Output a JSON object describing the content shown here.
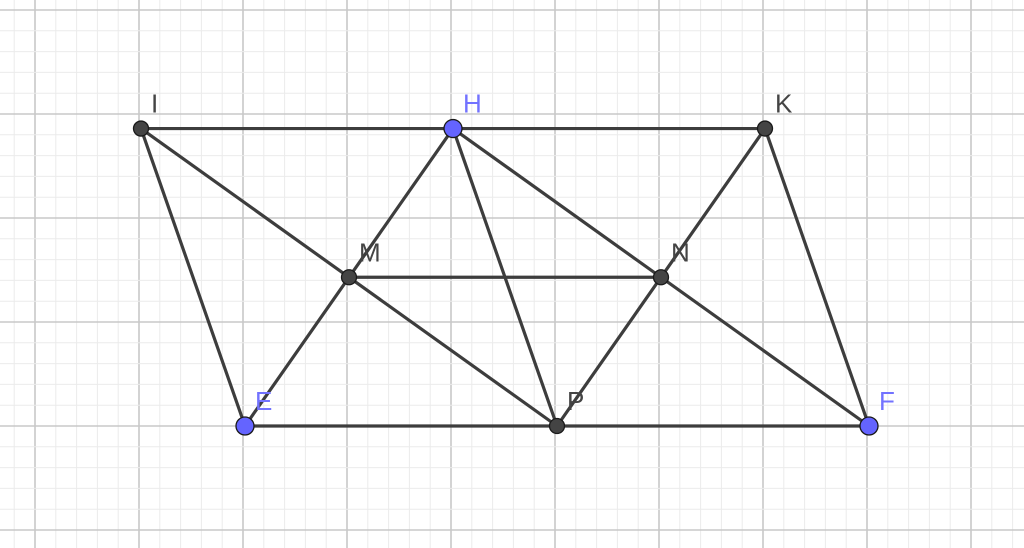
{
  "diagram": {
    "colors": {
      "segment": "#3d3d3d",
      "free_point": "#6464ff",
      "dependent_point": "#444444",
      "free_label": "#7272ff",
      "dependent_label": "#444444",
      "grid_major": "#c8c8c8",
      "grid_minor": "#ebebeb"
    },
    "points": [
      {
        "name": "I",
        "x": 1,
        "y": 2.86,
        "free": false
      },
      {
        "name": "H",
        "x": 4,
        "y": 2.86,
        "free": true
      },
      {
        "name": "K",
        "x": 7,
        "y": 2.86,
        "free": false
      },
      {
        "name": "M",
        "x": 3,
        "y": 1.43,
        "free": false
      },
      {
        "name": "N",
        "x": 6,
        "y": 1.43,
        "free": false
      },
      {
        "name": "E",
        "x": 2,
        "y": 0,
        "free": true
      },
      {
        "name": "P",
        "x": 5,
        "y": 0,
        "free": false
      },
      {
        "name": "F",
        "x": 8,
        "y": 0,
        "free": true
      }
    ],
    "segments": [
      [
        "I",
        "K"
      ],
      [
        "I",
        "E"
      ],
      [
        "I",
        "P"
      ],
      [
        "H",
        "E"
      ],
      [
        "H",
        "P"
      ],
      [
        "H",
        "F"
      ],
      [
        "K",
        "P"
      ],
      [
        "K",
        "F"
      ],
      [
        "M",
        "N"
      ],
      [
        "E",
        "F"
      ]
    ]
  }
}
